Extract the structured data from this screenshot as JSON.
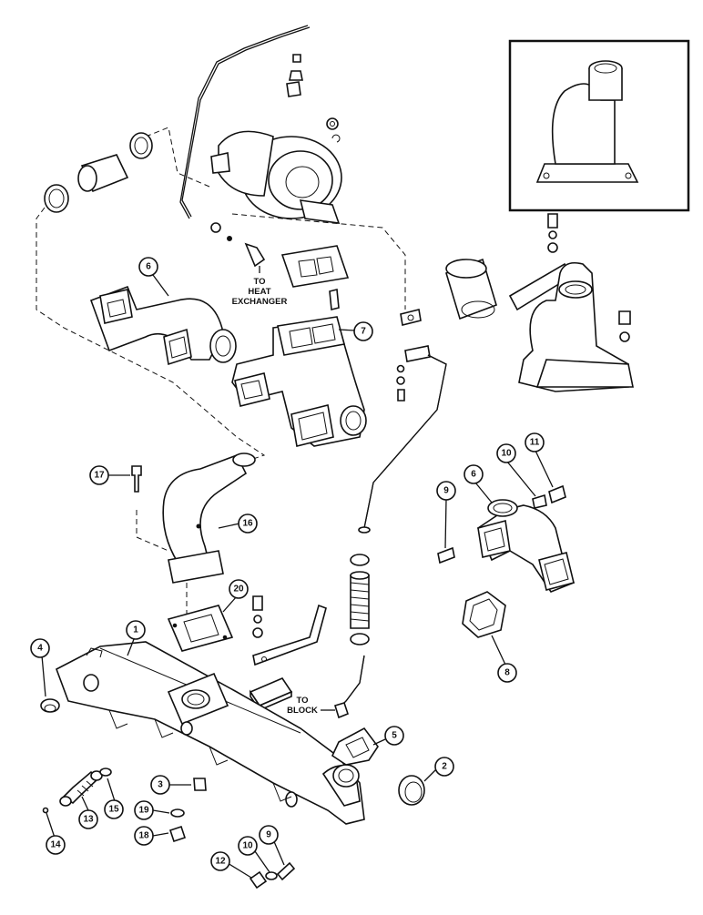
{
  "callouts": {
    "c1": "1",
    "c2": "2",
    "c3": "3",
    "c4": "4",
    "c5": "5",
    "c6a": "6",
    "c6b": "6",
    "c7": "7",
    "c8": "8",
    "c9a": "9",
    "c9b": "9",
    "c10a": "10",
    "c10b": "10",
    "c11": "11",
    "c12": "12",
    "c13": "13",
    "c14": "14",
    "c15": "15",
    "c16": "16",
    "c17": "17",
    "c18": "18",
    "c19": "19",
    "c20": "20"
  },
  "notes": {
    "heat_line1": "TO",
    "heat_line2": "HEAT",
    "heat_line3": "EXCHANGER",
    "block_line1": "TO",
    "block_line2": "BLOCK"
  }
}
